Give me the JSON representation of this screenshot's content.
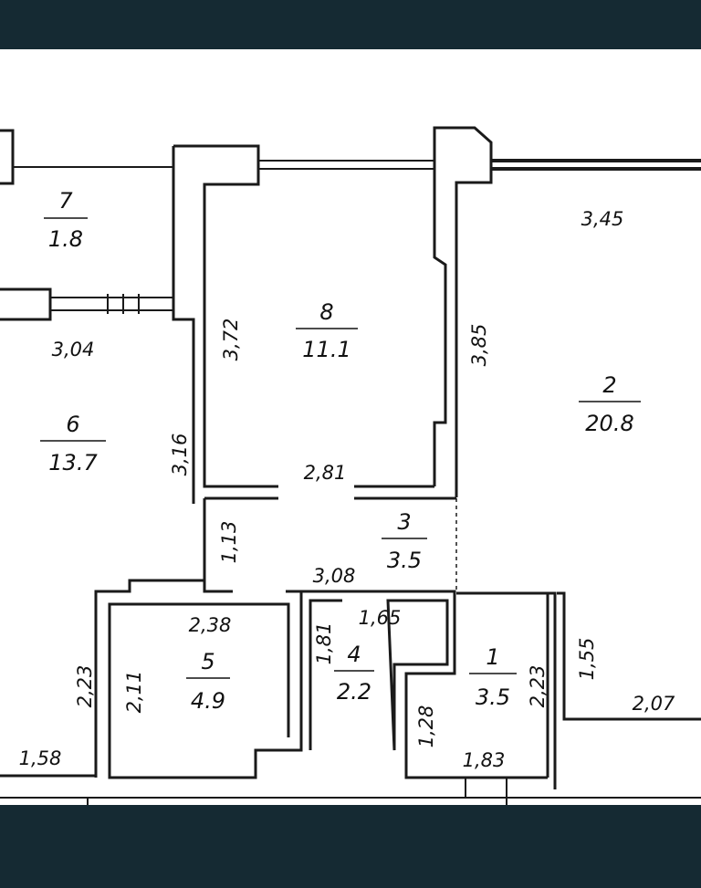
{
  "plan": {
    "rooms": [
      {
        "id": "7",
        "number": "7",
        "area": "1.8"
      },
      {
        "id": "8",
        "number": "8",
        "area": "11.1"
      },
      {
        "id": "2",
        "number": "2",
        "area": "20.8"
      },
      {
        "id": "6",
        "number": "6",
        "area": "13.7"
      },
      {
        "id": "3",
        "number": "3",
        "area": "3.5"
      },
      {
        "id": "5",
        "number": "5",
        "area": "4.9"
      },
      {
        "id": "4",
        "number": "4",
        "area": "2.2"
      },
      {
        "id": "1",
        "number": "1",
        "area": "3.5"
      }
    ],
    "dimensions": {
      "d_3_45": "3,45",
      "d_3_04": "3,04",
      "d_3_72": "3,72",
      "d_3_85": "3,85",
      "d_3_16": "3,16",
      "d_2_81": "2,81",
      "d_1_13": "1,13",
      "d_3_08": "3,08",
      "d_2_38": "2,38",
      "d_1_81": "1,81",
      "d_1_65": "1,65",
      "d_1_55": "1,55",
      "d_2_23_left": "2,23",
      "d_2_11": "2,11",
      "d_2_23_right": "2,23",
      "d_1_28": "1,28",
      "d_2_07": "2,07",
      "d_1_58": "1,58",
      "d_1_83": "1,83"
    },
    "colors": {
      "frame": "#152a33",
      "wall": "#1a1a1a",
      "paper": "#ffffff"
    }
  }
}
